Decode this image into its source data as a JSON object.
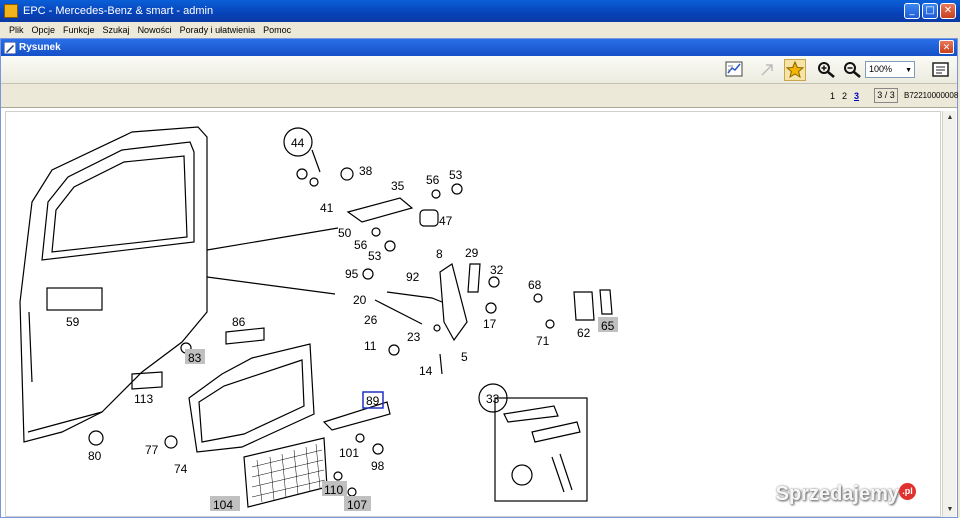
{
  "window": {
    "title": "EPC - Mercedes-Benz & smart - admin",
    "min_label": "_",
    "max_label": "□",
    "close_label": "✕"
  },
  "menu": [
    "Plik",
    "Opcje",
    "Funkcje",
    "Szukaj",
    "Nowości",
    "Porady i ułatwienia",
    "Pomoc"
  ],
  "panel": {
    "title": "Rysunek",
    "close_label": "✕"
  },
  "toolbar": {
    "icons": [
      "chart-edit-icon",
      "pin-icon",
      "favorite-star-icon",
      "zoom-in-icon",
      "zoom-out-icon",
      "document-view-icon"
    ],
    "zoom_value": "100%"
  },
  "nav": {
    "pages": [
      "1",
      "2",
      "3"
    ],
    "active_page": "3",
    "page_counter": "3 / 3",
    "doc_id": "B72210000008"
  },
  "diagram": {
    "labels": {
      "l44": "44",
      "l38": "38",
      "l35": "35",
      "l56a": "56",
      "l53a": "53",
      "l41": "41",
      "l47": "47",
      "l50": "50",
      "l56b": "56",
      "l53b": "53",
      "l8": "8",
      "l29": "29",
      "l32": "32",
      "l95": "95",
      "l92": "92",
      "l68": "68",
      "l20": "20",
      "l26": "26",
      "l17": "17",
      "l62": "62",
      "l65": "65",
      "l71": "71",
      "l59": "59",
      "l86": "86",
      "l23": "23",
      "l11": "11",
      "l5": "5",
      "l83": "83",
      "l14": "14",
      "l113": "113",
      "l89": "89",
      "l33": "33",
      "l77": "77",
      "l101": "101",
      "l74": "74",
      "l98": "98",
      "l80": "80",
      "l110": "110",
      "l104": "104",
      "l107": "107"
    }
  },
  "watermark": {
    "text": "Sprzedajemy",
    "badge": ".pl"
  }
}
